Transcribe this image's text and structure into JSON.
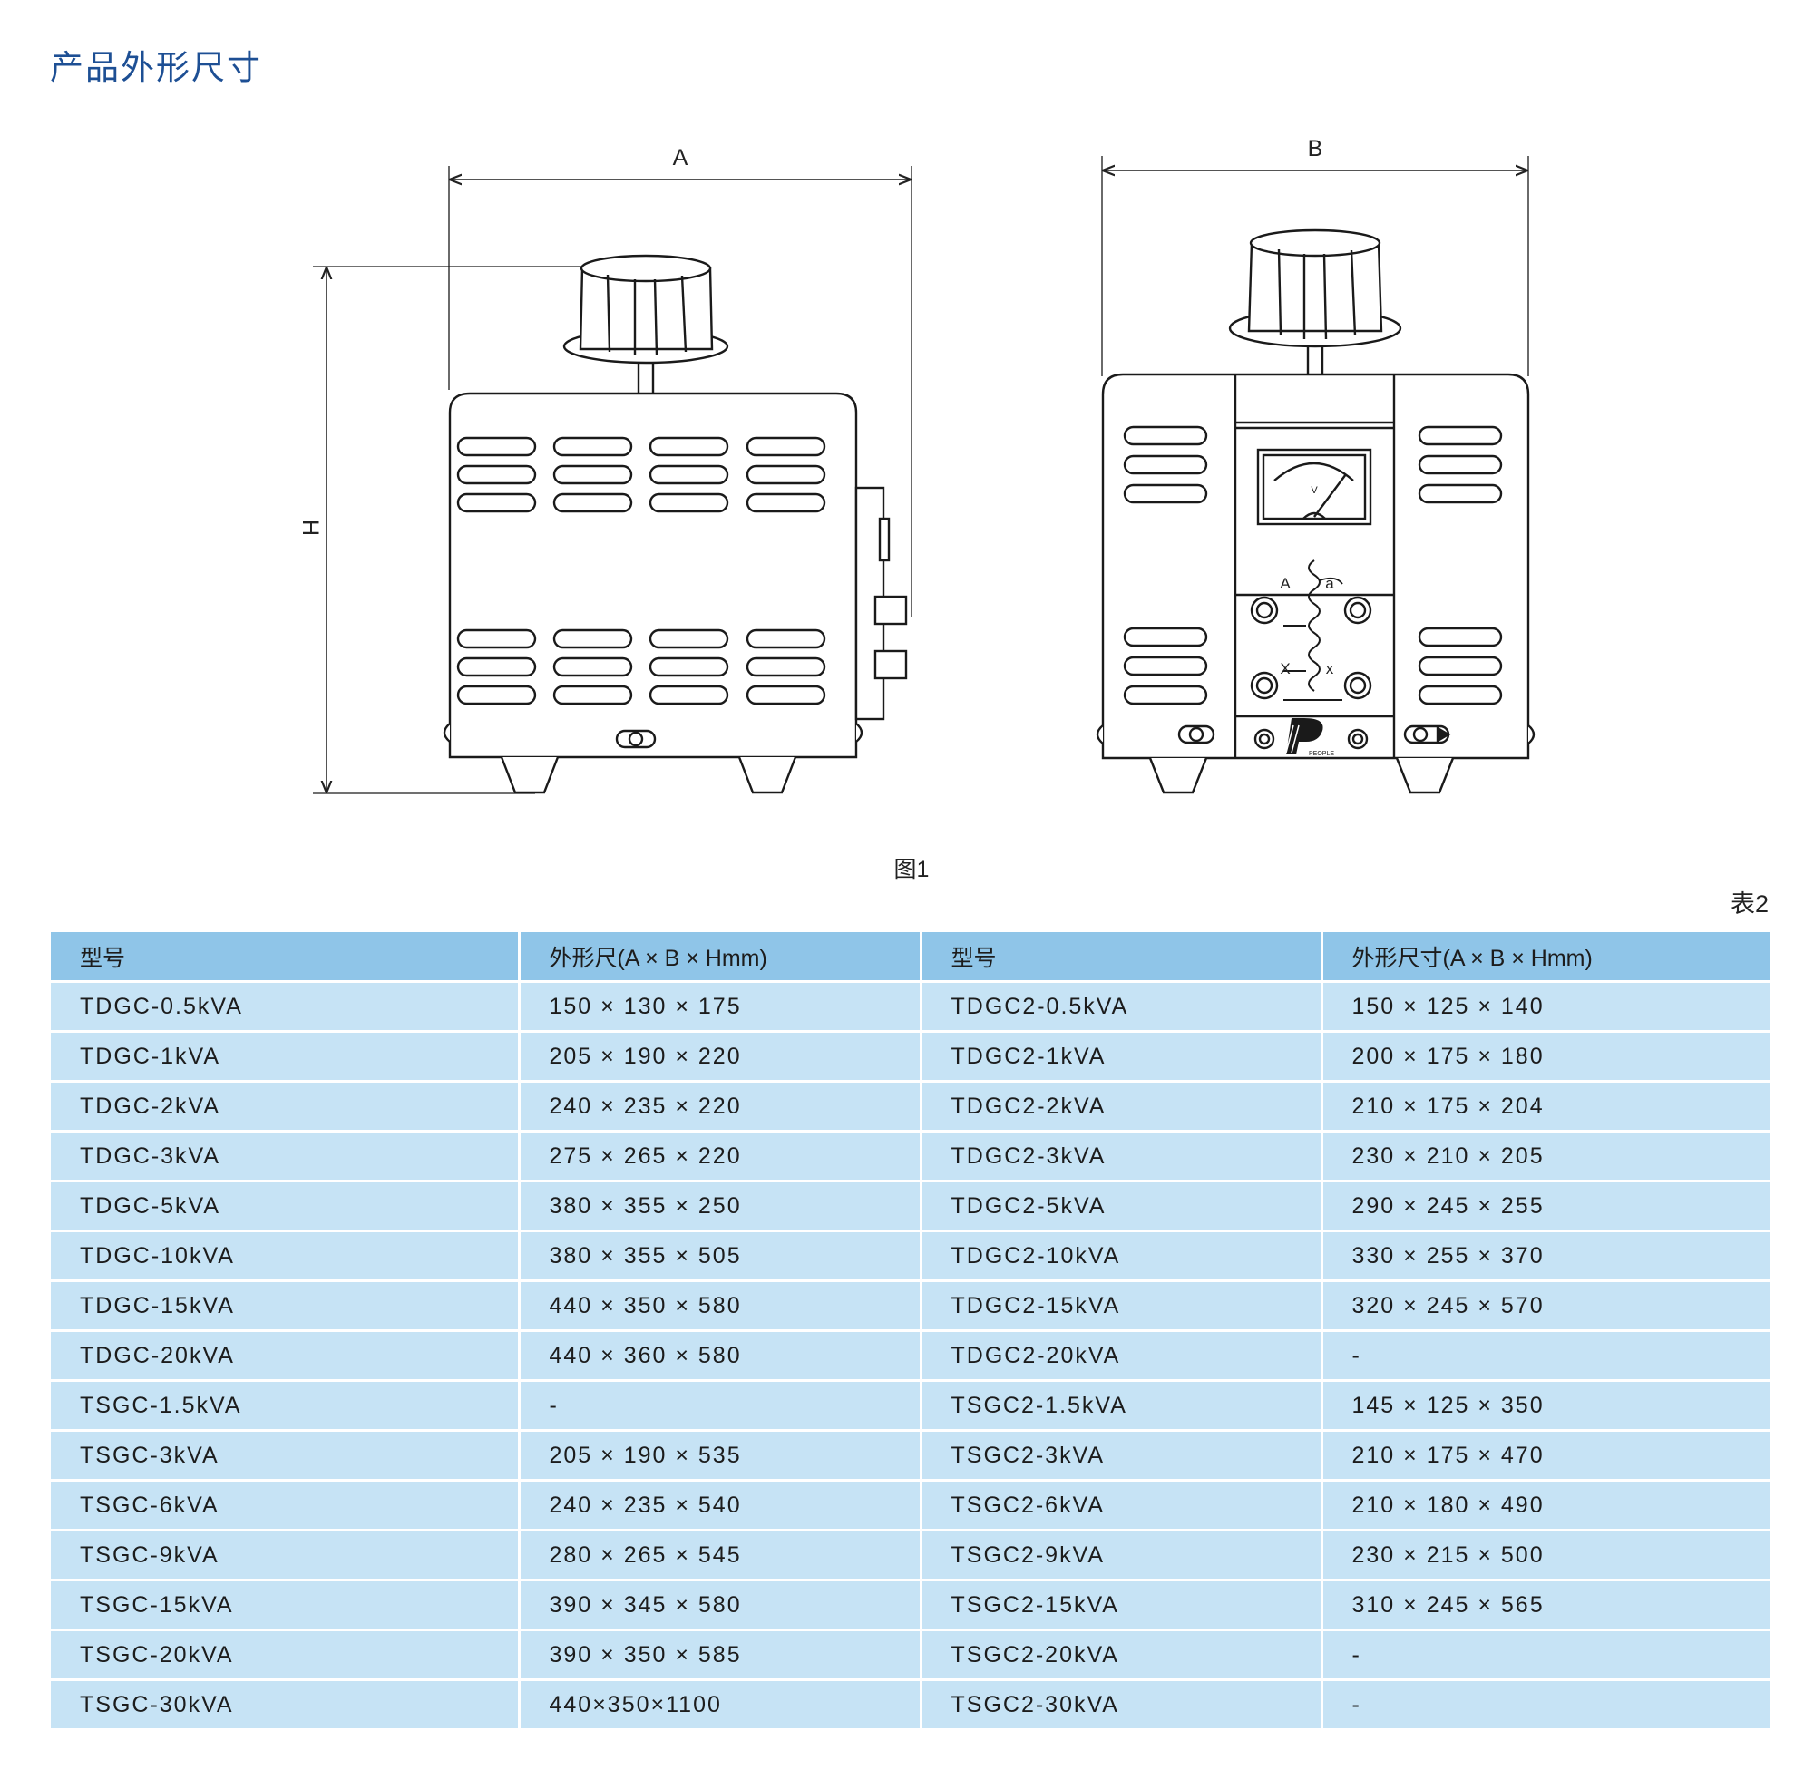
{
  "page": {
    "title": "产品外形尺寸"
  },
  "figure": {
    "caption": "图1",
    "label_a": "A",
    "label_b": "B",
    "label_h": "H",
    "meter_unit": "V",
    "terminal_labels": {
      "A": "A",
      "a": "a",
      "X": "X",
      "x": "x"
    },
    "logo_text": "PEOPLE"
  },
  "table": {
    "caption": "表2",
    "headers": [
      "型号",
      "外形尺(A × B × Hmm)",
      "型号",
      "外形尺寸(A × B × Hmm)"
    ],
    "rows": [
      [
        "TDGC-0.5kVA",
        "150 × 130 × 175",
        "TDGC2-0.5kVA",
        "150 × 125 × 140"
      ],
      [
        "TDGC-1kVA",
        "205 × 190 × 220",
        "TDGC2-1kVA",
        "200 × 175 × 180"
      ],
      [
        "TDGC-2kVA",
        "240 × 235 × 220",
        "TDGC2-2kVA",
        "210 × 175 × 204"
      ],
      [
        "TDGC-3kVA",
        "275 × 265 × 220",
        "TDGC2-3kVA",
        "230 × 210 × 205"
      ],
      [
        "TDGC-5kVA",
        "380 × 355 × 250",
        "TDGC2-5kVA",
        "290 × 245 × 255"
      ],
      [
        "TDGC-10kVA",
        "380 × 355 × 505",
        "TDGC2-10kVA",
        "330 × 255 × 370"
      ],
      [
        "TDGC-15kVA",
        "440 × 350 × 580",
        "TDGC2-15kVA",
        "320 × 245 × 570"
      ],
      [
        "TDGC-20kVA",
        "440 × 360 × 580",
        "TDGC2-20kVA",
        "-"
      ],
      [
        "TSGC-1.5kVA",
        "-",
        "TSGC2-1.5kVA",
        "145 × 125 × 350"
      ],
      [
        "TSGC-3kVA",
        "205 × 190 × 535",
        "TSGC2-3kVA",
        "210 × 175 × 470"
      ],
      [
        "TSGC-6kVA",
        "240 × 235 × 540",
        "TSGC2-6kVA",
        "210 × 180 × 490"
      ],
      [
        "TSGC-9kVA",
        "280 × 265 × 545",
        "TSGC2-9kVA",
        "230 × 215 × 500"
      ],
      [
        "TSGC-15kVA",
        "390 × 345 × 580",
        "TSGC2-15kVA",
        "310 × 245 × 565"
      ],
      [
        "TSGC-20kVA",
        "390 × 350 × 585",
        "TSGC2-20kVA",
        "-"
      ],
      [
        "TSGC-30kVA",
        "440×350×1100",
        "TSGC2-30kVA",
        "-"
      ]
    ]
  }
}
